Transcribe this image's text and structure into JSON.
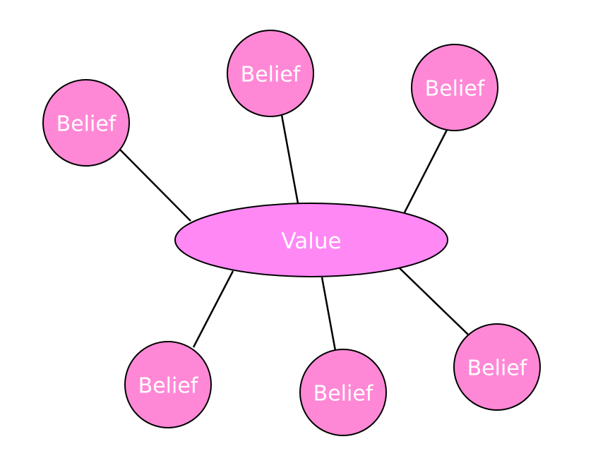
{
  "diagram": {
    "center": {
      "label": "Value",
      "fill": "#ff88f5"
    },
    "beliefs": [
      {
        "label": "Belief"
      },
      {
        "label": "Belief"
      },
      {
        "label": "Belief"
      },
      {
        "label": "Belief"
      },
      {
        "label": "Belief"
      },
      {
        "label": "Belief"
      }
    ],
    "belief_fill": "#ff88d6",
    "stroke": "#000000",
    "label_color": "#ffffff"
  }
}
